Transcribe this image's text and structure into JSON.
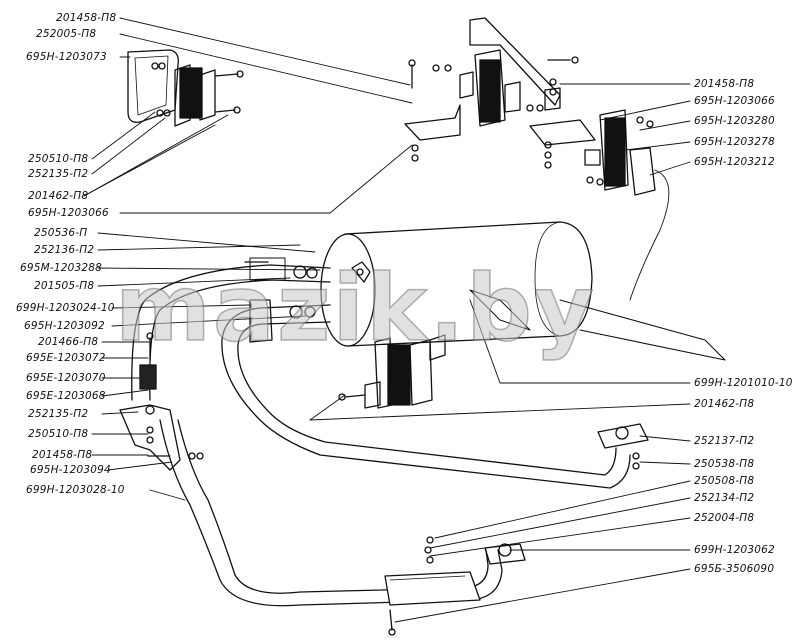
{
  "watermark": "mazik.by",
  "corner_mark": "",
  "labels": {
    "l01": "201458-П8",
    "l02": "252005-П8",
    "l03": "695Н-1203073",
    "l04": "250510-П8",
    "l05": "252135-П2",
    "l06": "201462-П8",
    "l07": "695Н-1203066",
    "l08": "250536-П",
    "l09": "252136-П2",
    "l10": "695М-1203288",
    "l11": "201505-П8",
    "l12": "699Н-1203024-10",
    "l13": "695Н-1203092",
    "l14": "201466-П8",
    "l15": "695Е-1203072",
    "l16": "695Е-1203070",
    "l17": "695Е-1203068",
    "l18": "252135-П2",
    "l19": "250510-П8",
    "l20": "201458-П8",
    "l21": "695Н-1203094",
    "l22": "699Н-1203028-10",
    "r01": "201458-П8",
    "r02": "695Н-1203066",
    "r03": "695Н-1203280",
    "r04": "695Н-1203278",
    "r05": "695Н-1203212",
    "r06": "699Н-1201010-10",
    "r07": "201462-П8",
    "r08": "252137-П2",
    "r09": "250538-П8",
    "r10": "250508-П8",
    "r11": "252134-П2",
    "r12": "252004-П8",
    "r13": "699Н-1203062",
    "r14": "695Б-3506090"
  }
}
